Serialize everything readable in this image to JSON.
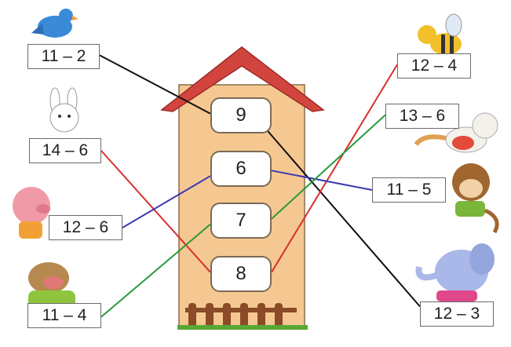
{
  "house": {
    "windows": [
      {
        "id": "w9",
        "value": "9"
      },
      {
        "id": "w6",
        "value": "6"
      },
      {
        "id": "w7",
        "value": "7"
      },
      {
        "id": "w8",
        "value": "8"
      }
    ],
    "roof_color": "#d2453f",
    "wall_color": "#f6c891",
    "fence_color": "#8a4b26"
  },
  "cards": {
    "left": [
      {
        "id": "c11_2",
        "text": "11 – 2",
        "animal": "bird-icon"
      },
      {
        "id": "c14_6",
        "text": "14 – 6",
        "animal": "rabbit-icon"
      },
      {
        "id": "c12_6",
        "text": "12 – 6",
        "animal": "pig-icon"
      },
      {
        "id": "c11_4",
        "text": "11 – 4",
        "animal": "buffalo-icon"
      }
    ],
    "right": [
      {
        "id": "c12_4",
        "text": "12 – 4",
        "animal": "bee-icon"
      },
      {
        "id": "c13_6",
        "text": "13 – 6",
        "animal": "cat-icon"
      },
      {
        "id": "c11_5",
        "text": "11 – 5",
        "animal": "monkey-icon"
      },
      {
        "id": "c12_3",
        "text": "12 – 3",
        "animal": "elephant-icon"
      }
    ]
  },
  "connections": [
    {
      "from": "c11_2",
      "to": "w9",
      "color": "#111111"
    },
    {
      "from": "c12_3",
      "to": "w9",
      "color": "#111111"
    },
    {
      "from": "c14_6",
      "to": "w8",
      "color": "#d62f2f"
    },
    {
      "from": "c12_4",
      "to": "w8",
      "color": "#d62f2f"
    },
    {
      "from": "c12_6",
      "to": "w6",
      "color": "#3a3ab0"
    },
    {
      "from": "c11_5",
      "to": "w6",
      "color": "#3a3ab0"
    },
    {
      "from": "c11_4",
      "to": "w7",
      "color": "#2a9a3a"
    },
    {
      "from": "c13_6",
      "to": "w7",
      "color": "#2a9a3a"
    }
  ]
}
